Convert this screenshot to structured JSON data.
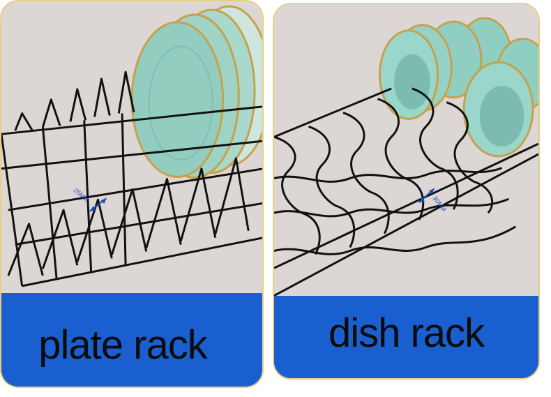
{
  "panels": [
    {
      "label": "plate rack",
      "dimension": "25MM",
      "icon": "plate-rack-photo"
    },
    {
      "label": "dish rack",
      "dimension": "30MM",
      "icon": "dish-rack-photo"
    }
  ],
  "colors": {
    "label_band": "#1a5fd0",
    "card_border": "#e9cf86",
    "photo_bg": "#ddd8d6",
    "wire": "#111111",
    "ceramic": "#8fcfc2"
  }
}
